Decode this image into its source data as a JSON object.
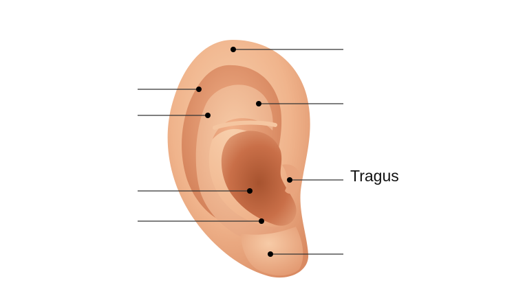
{
  "diagram": {
    "labels": [
      {
        "id": "helix-top",
        "text": ""
      },
      {
        "id": "upper-left-1",
        "text": ""
      },
      {
        "id": "upper-left-2",
        "text": ""
      },
      {
        "id": "upper-right",
        "text": ""
      },
      {
        "id": "tragus",
        "text": "Tragus"
      },
      {
        "id": "lower-left-1",
        "text": ""
      },
      {
        "id": "lower-left-2",
        "text": ""
      },
      {
        "id": "lobe",
        "text": ""
      }
    ]
  },
  "colors": {
    "skin_light": "#f6c9a4",
    "skin_mid": "#e9a27a",
    "skin_dark": "#b9653f",
    "leader_line": "#333333",
    "dot": "#000000"
  }
}
